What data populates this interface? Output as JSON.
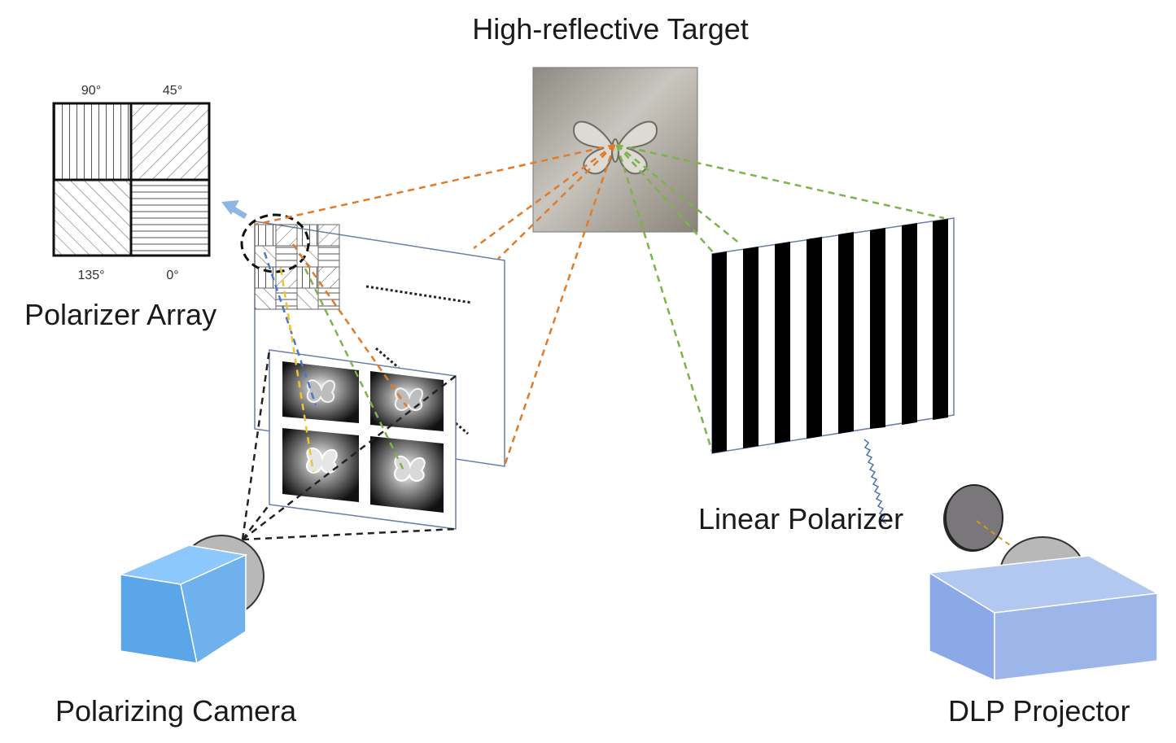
{
  "labels": {
    "target": "High-reflective Target",
    "polarizer_array": "Polarizer Array",
    "linear_polarizer": "Linear Polarizer",
    "camera": "Polarizing Camera",
    "projector": "DLP Projector"
  },
  "polarizer_angles": {
    "top_left": "90°",
    "top_right": "45°",
    "bottom_left": "135°",
    "bottom_right": "0°"
  },
  "colors": {
    "orange_ray": "#e07b2a",
    "green_ray": "#7bb44a",
    "blue_ray": "#4a78c8",
    "yellow_ray": "#f2c12e",
    "camera_body": "#5aa6e8",
    "projector_body": "#8fb0e6",
    "arrow": "#8fb6e0"
  }
}
